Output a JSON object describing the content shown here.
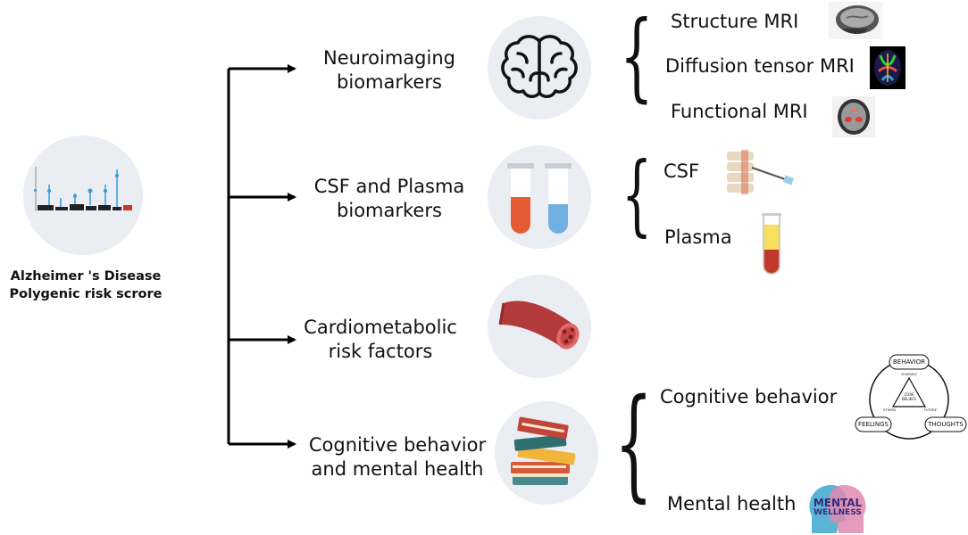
{
  "source": {
    "title_line1": "Alzheimer 's Disease",
    "title_line2": "Polygenic risk scrore"
  },
  "branches": [
    {
      "id": "neuroimaging",
      "label_line1": "Neuroimaging",
      "label_line2": "biomarkers",
      "icon": "brain-icon"
    },
    {
      "id": "csf-plasma",
      "label_line1": "CSF and Plasma",
      "label_line2": "biomarkers",
      "icon": "test-tubes-icon"
    },
    {
      "id": "cardiometabolic",
      "label_line1": "Cardiometabolic",
      "label_line2": "risk factors",
      "icon": "blood-vessel-icon"
    },
    {
      "id": "cognitive",
      "label_line1": "Cognitive behavior",
      "label_line2": "and mental health",
      "icon": "books-icon"
    }
  ],
  "neuroimaging_items": [
    "Structure MRI",
    "Diffusion tensor MRI",
    "Functional MRI"
  ],
  "csf_items": [
    "CSF",
    "Plasma"
  ],
  "cognitive_items": [
    "Cognitive behavior",
    "Mental health"
  ],
  "cbt_triangle": {
    "top": "BEHAVIOR",
    "left": "FEELINGS",
    "right": "THOUGHTS",
    "center_line1": "CORE",
    "center_line2": "BELIEFS",
    "inner_top": "YOURSELF",
    "inner_left": "OTHERS",
    "inner_right": "FUTURE"
  },
  "mental_wellness": {
    "line1": "MENTAL",
    "line2": "WELLNESS"
  }
}
